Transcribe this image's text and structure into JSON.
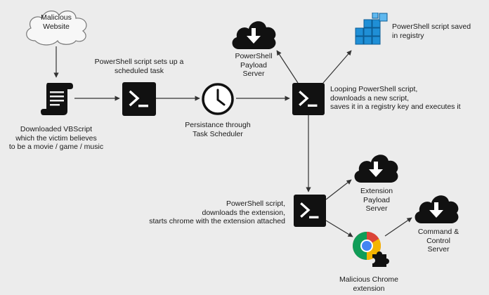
{
  "diagram": {
    "nodes": {
      "malicious_website": {
        "label": "Malicious\nWebsite",
        "icon": "cloud-outline-icon"
      },
      "vbscript": {
        "label": "Downloaded VBScript\nwhich the victim believes\nto be a movie / game / music",
        "icon": "scroll-icon"
      },
      "ps_scheduled": {
        "label": "PowerShell script sets up a\nscheduled task",
        "icon": "powershell-terminal-icon"
      },
      "task_scheduler": {
        "label": "Persistance through\nTask Scheduler",
        "icon": "clock-icon"
      },
      "ps_payload_server": {
        "label": "PowerShell\nPayload\nServer",
        "icon": "cloud-download-icon"
      },
      "registry": {
        "label": "PowerShell script saved\nin registry",
        "icon": "registry-cubes-icon"
      },
      "ps_looping": {
        "label": "Looping PowerShell script,\ndownloads a new script,\nsaves it in a registry key and executes it",
        "icon": "powershell-terminal-icon"
      },
      "ps_extension": {
        "label": "PowerShell script,\ndownloads the extension,\nstarts chrome with the extension attached",
        "icon": "powershell-terminal-icon"
      },
      "extension_server": {
        "label": "Extension\nPayload\nServer",
        "icon": "cloud-download-icon"
      },
      "chrome_extension": {
        "label": "Malicious Chrome\nextension",
        "icon": "chrome-extension-icon"
      },
      "c2_server": {
        "label": "Command &\nControl\nServer",
        "icon": "cloud-download-icon"
      }
    },
    "colors": {
      "icon_dark": "#111111",
      "arrow": "#333333",
      "background": "#ececec",
      "registry_blue": "#1f8fd6"
    }
  }
}
